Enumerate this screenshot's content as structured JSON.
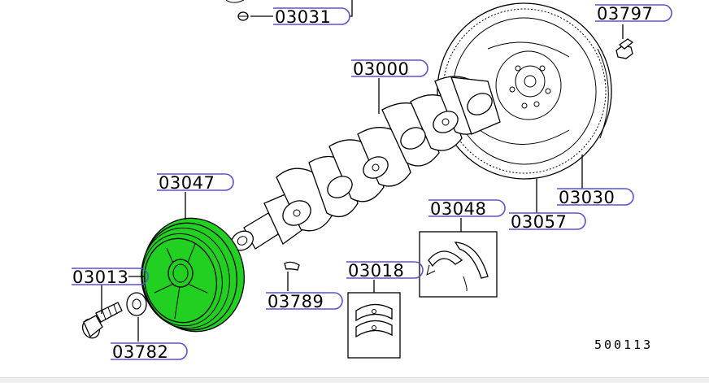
{
  "diagram": {
    "labels": {
      "flywheel_bolt": "03797",
      "crankshaft": "03000",
      "top_bolt": "03031",
      "flywheel": "03030",
      "flywheel_ring": "03057",
      "pulley": "03047",
      "thrust_bearing": "03048",
      "main_bearing": "03018",
      "key": "03789",
      "pulley_bolt": "03013",
      "washer": "03782"
    },
    "reference_number": "500113",
    "colors": {
      "highlight": "#22d022",
      "callout_border": "#5a52d6"
    }
  }
}
